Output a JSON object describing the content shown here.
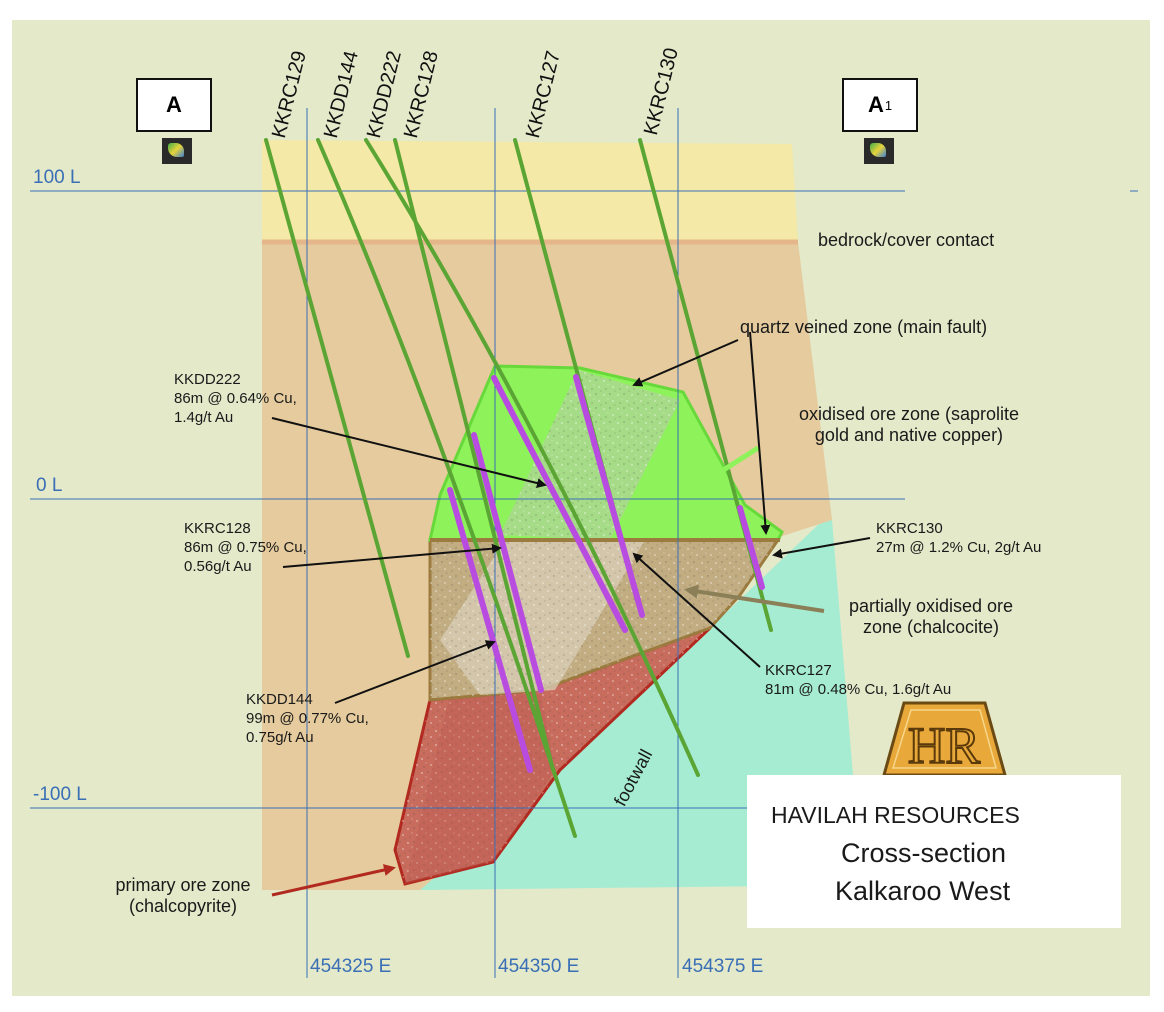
{
  "section_ends": {
    "left": "A",
    "right_base": "A",
    "right_sup": "1"
  },
  "drill_holes": [
    "KKRC129",
    "KKDD144",
    "KKDD222",
    "KKRC128",
    "KKRC127",
    "KKRC130"
  ],
  "levels": [
    "100 L",
    "0 L",
    "-100 L"
  ],
  "eastings": [
    "454325 E",
    "454350 E",
    "454375 E"
  ],
  "zones": {
    "contact": "bedrock/cover contact",
    "quartz": "quartz veined zone (main fault)",
    "oxidised": "oxidised ore zone (saprolite\ngold and native copper)",
    "partial": "partially oxidised ore\nzone (chalcocite)",
    "primary": "primary ore zone\n(chalcopyrite)",
    "footwall": "footwall"
  },
  "intercepts": {
    "kkdd222": "KKDD222\n86m @ 0.64% Cu,\n1.4g/t Au",
    "kkrc128": "KKRC128\n86m @ 0.75% Cu,\n0.56g/t Au",
    "kkdd144": "KKDD144\n99m @ 0.77% Cu,\n0.75g/t Au",
    "kkrc130": "KKRC130\n27m @ 1.2% Cu, 2g/t Au",
    "kkrc127": "KKRC127\n81m @ 0.48% Cu, 1.6g/t Au"
  },
  "title": {
    "logo": "HR",
    "company": "HAVILAH RESOURCES",
    "line1": "Cross-section",
    "line2": "Kalkaroo West"
  },
  "colors": {
    "background": "#e3e9c9",
    "cover": "#f4e9a6",
    "bedrock": "#e5cb9d",
    "oxidised": "#8ef35b",
    "partial": "#c2ad83",
    "primary": "#c86c5e",
    "footwall": "#a5ecd3",
    "drill_trace": "#5aa534",
    "intercept": "#b84ce0",
    "grid": "#3a6fb5"
  }
}
